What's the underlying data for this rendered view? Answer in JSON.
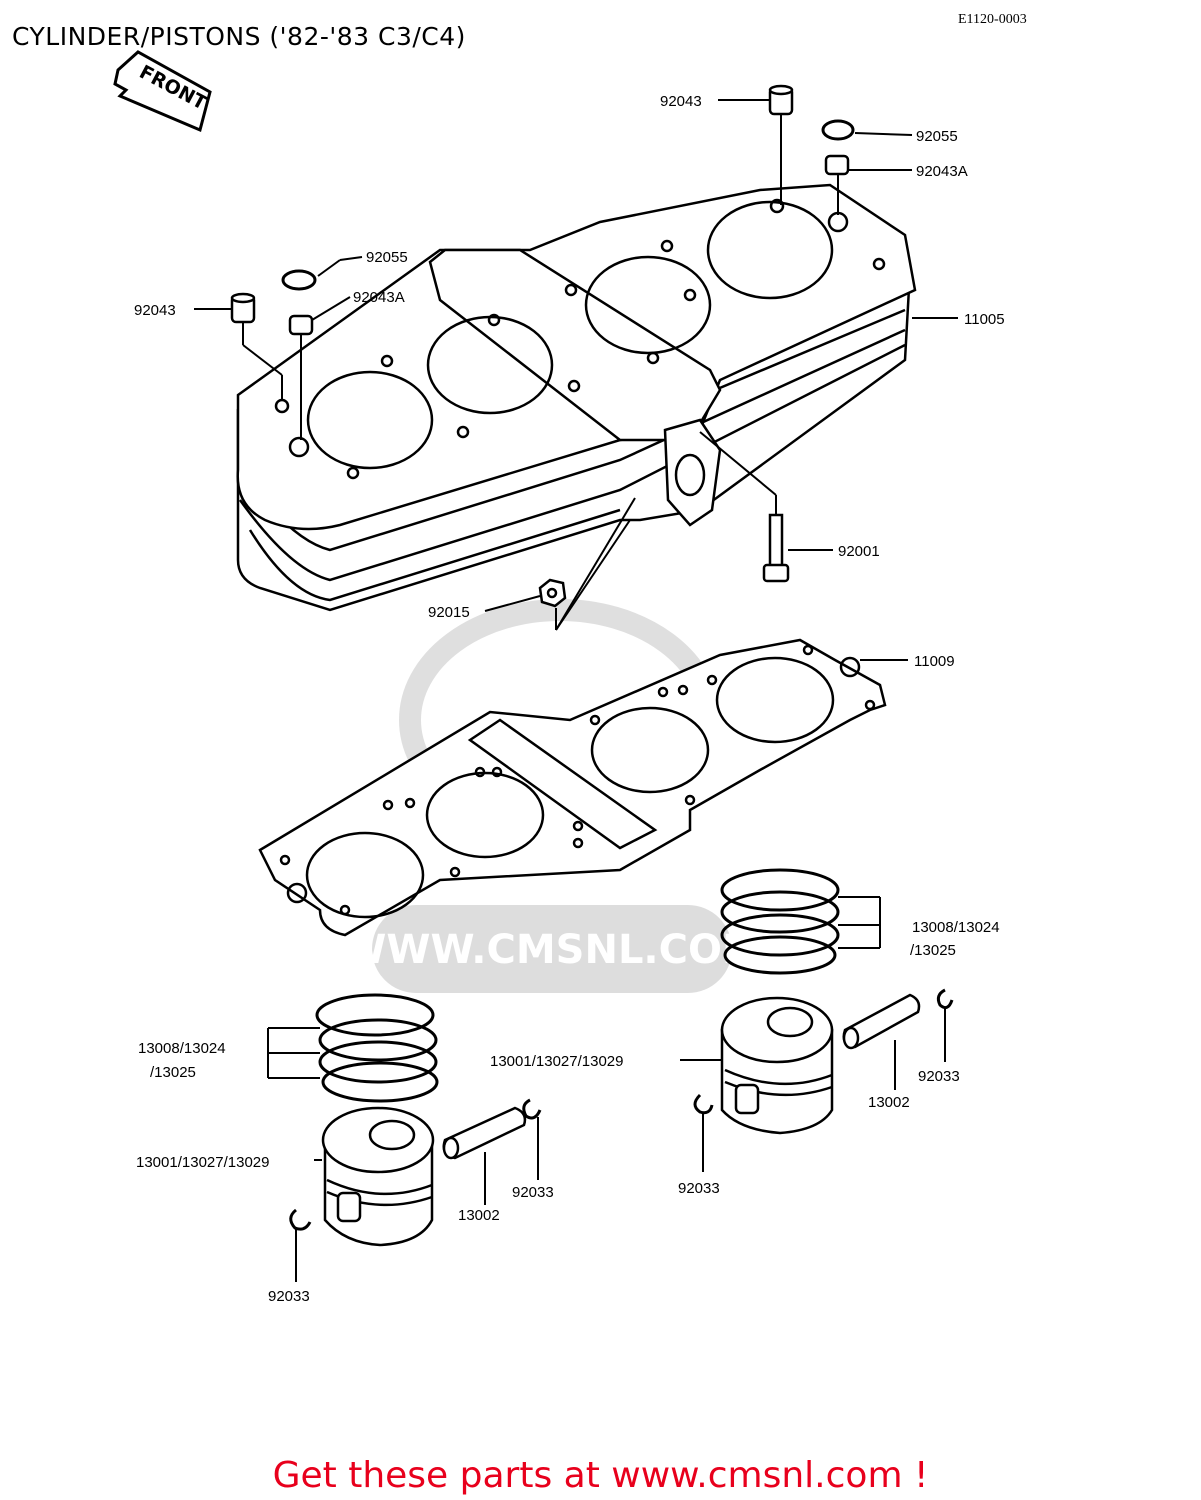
{
  "header": {
    "title": "CYLINDER/PISTONS ('82-'83 C3/C4)",
    "diagram_code": "E1120-0003"
  },
  "front_arrow_label": "FRONT",
  "watermark": {
    "text": "WWW.CMSNL.COM"
  },
  "callouts": {
    "c92043_top": "92043",
    "c92055_right": "92055",
    "c92043a_right": "92043A",
    "c92055_left": "92055",
    "c92043_left": "92043",
    "c92043a_left": "92043A",
    "c11005": "11005",
    "c92001": "92001",
    "c92015": "92015",
    "c11009": "11009",
    "c_rings_right_1": "13008/13024",
    "c_rings_right_2": "/13025",
    "c_rings_left_1": "13008/13024",
    "c_rings_left_2": "/13025",
    "c_piston_right": "13001/13027/13029",
    "c_piston_left": "13001/13027/13029",
    "c13002_right": "13002",
    "c13002_left": "13002",
    "c92033_right_pin": "92033",
    "c92033_right_clip": "92033",
    "c92033_left_pin": "92033",
    "c92033_left_clip": "92033"
  },
  "footer": {
    "cta": "Get these parts at www.cmsnl.com !"
  },
  "colors": {
    "cta": "#e8001c",
    "line": "#000000",
    "watermark": "#dadada"
  }
}
